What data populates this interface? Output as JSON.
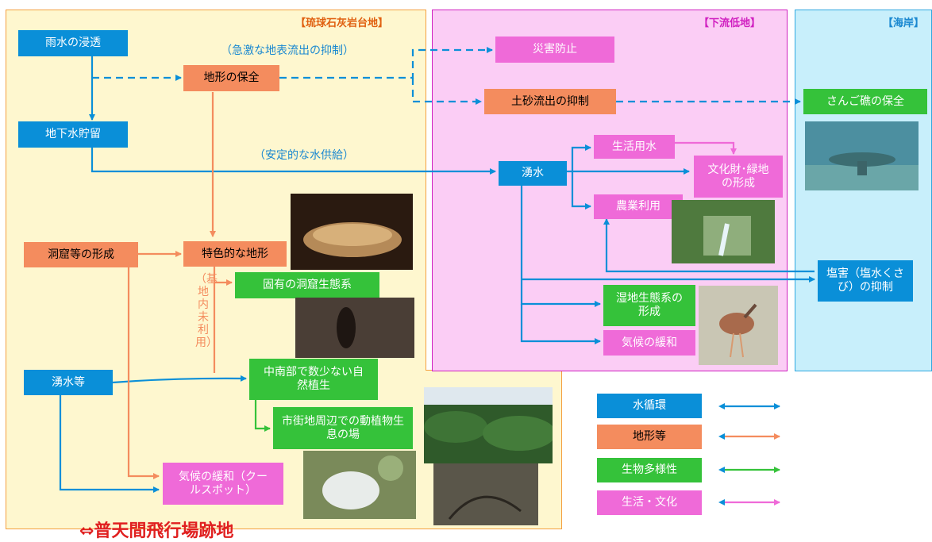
{
  "regions": {
    "limestone": "【琉球石灰岩台地】",
    "lowland": "【下流低地】",
    "coast": "【海岸】"
  },
  "nodes": {
    "rain": "雨水の浸透",
    "groundwater": "地下水貯留",
    "landform": "地形の保全",
    "disaster": "災害防止",
    "sediment": "土砂流出の抑制",
    "coral": "さんご礁の保全",
    "spring": "湧水",
    "living_water": "生活用水",
    "cultural": "文化財･緑地の形成",
    "agri": "農業利用",
    "salt": "塩害（塩水くさび）の抑制",
    "cave_formation": "洞窟等の形成",
    "characteristic": "特色的な地形",
    "cave_eco": "固有の洞窟生態系",
    "wetland": "湿地生態系の形成",
    "climate_lowland": "気候の緩和",
    "springs_etc": "湧水等",
    "natural_veg": "中南部で数少ない自然植生",
    "urban_habitat": "市街地周辺での動植物生息の場",
    "climate_cool": "気候の緩和（クールスポット）"
  },
  "notes": {
    "rapid_runoff": "（急激な地表流出の抑制）",
    "stable_supply": "（安定的な水供給）",
    "unused": "（基地内未利用）"
  },
  "legend": [
    {
      "label": "水循環",
      "color": "#0a8fd8"
    },
    {
      "label": "地形等",
      "color": "#f48c5e"
    },
    {
      "label": "生物多様性",
      "color": "#35c23a"
    },
    {
      "label": "生活・文化",
      "color": "#ef6ad8"
    }
  ],
  "footer": "⇔普天間飛行場跡地",
  "colors": {
    "water": "#0a8fd8",
    "landform": "#f48c5e",
    "bio": "#35c23a",
    "life": "#ef6ad8",
    "region_limestone_border": "#f4a040",
    "region_lowland_border": "#d020c0",
    "region_coast_border": "#30a8e0"
  }
}
